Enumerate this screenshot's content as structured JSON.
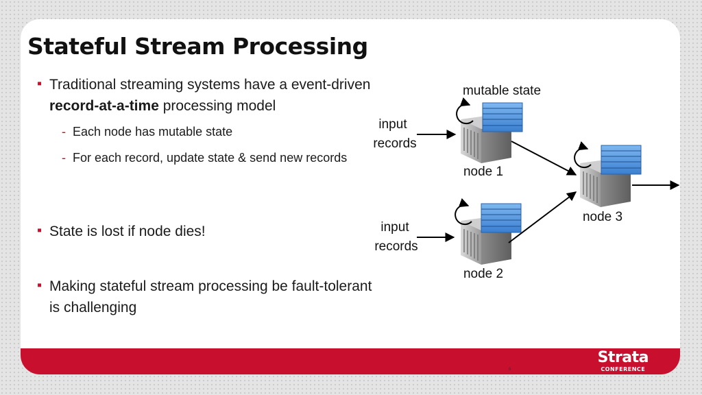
{
  "slide": {
    "title": "Stateful Stream Processing",
    "bullets": [
      {
        "pre": "Traditional streaming systems have a event-driven ",
        "bold": "record-at-a-time",
        "post": " processing model"
      },
      {
        "text": "Each node has mutable state"
      },
      {
        "text": "For each record, update state & send new records"
      },
      {
        "text": "State is lost if node dies!"
      },
      {
        "text": "Making stateful stream processing be fault-tolerant is challenging"
      }
    ],
    "page_number": "6"
  },
  "diagram": {
    "mutable_state_label": "mutable state",
    "input_label_1_line1": "input",
    "input_label_1_line2": "records",
    "input_label_2_line1": "input",
    "input_label_2_line2": "records",
    "node1_label": "node 1",
    "node2_label": "node 2",
    "node3_label": "node 3"
  },
  "logo": {
    "main": "Strata",
    "sub": "CONFERENCE"
  },
  "colors": {
    "accent": "#c8102e",
    "state_blue": "#4a90d9",
    "background": "#e4e4e4"
  }
}
